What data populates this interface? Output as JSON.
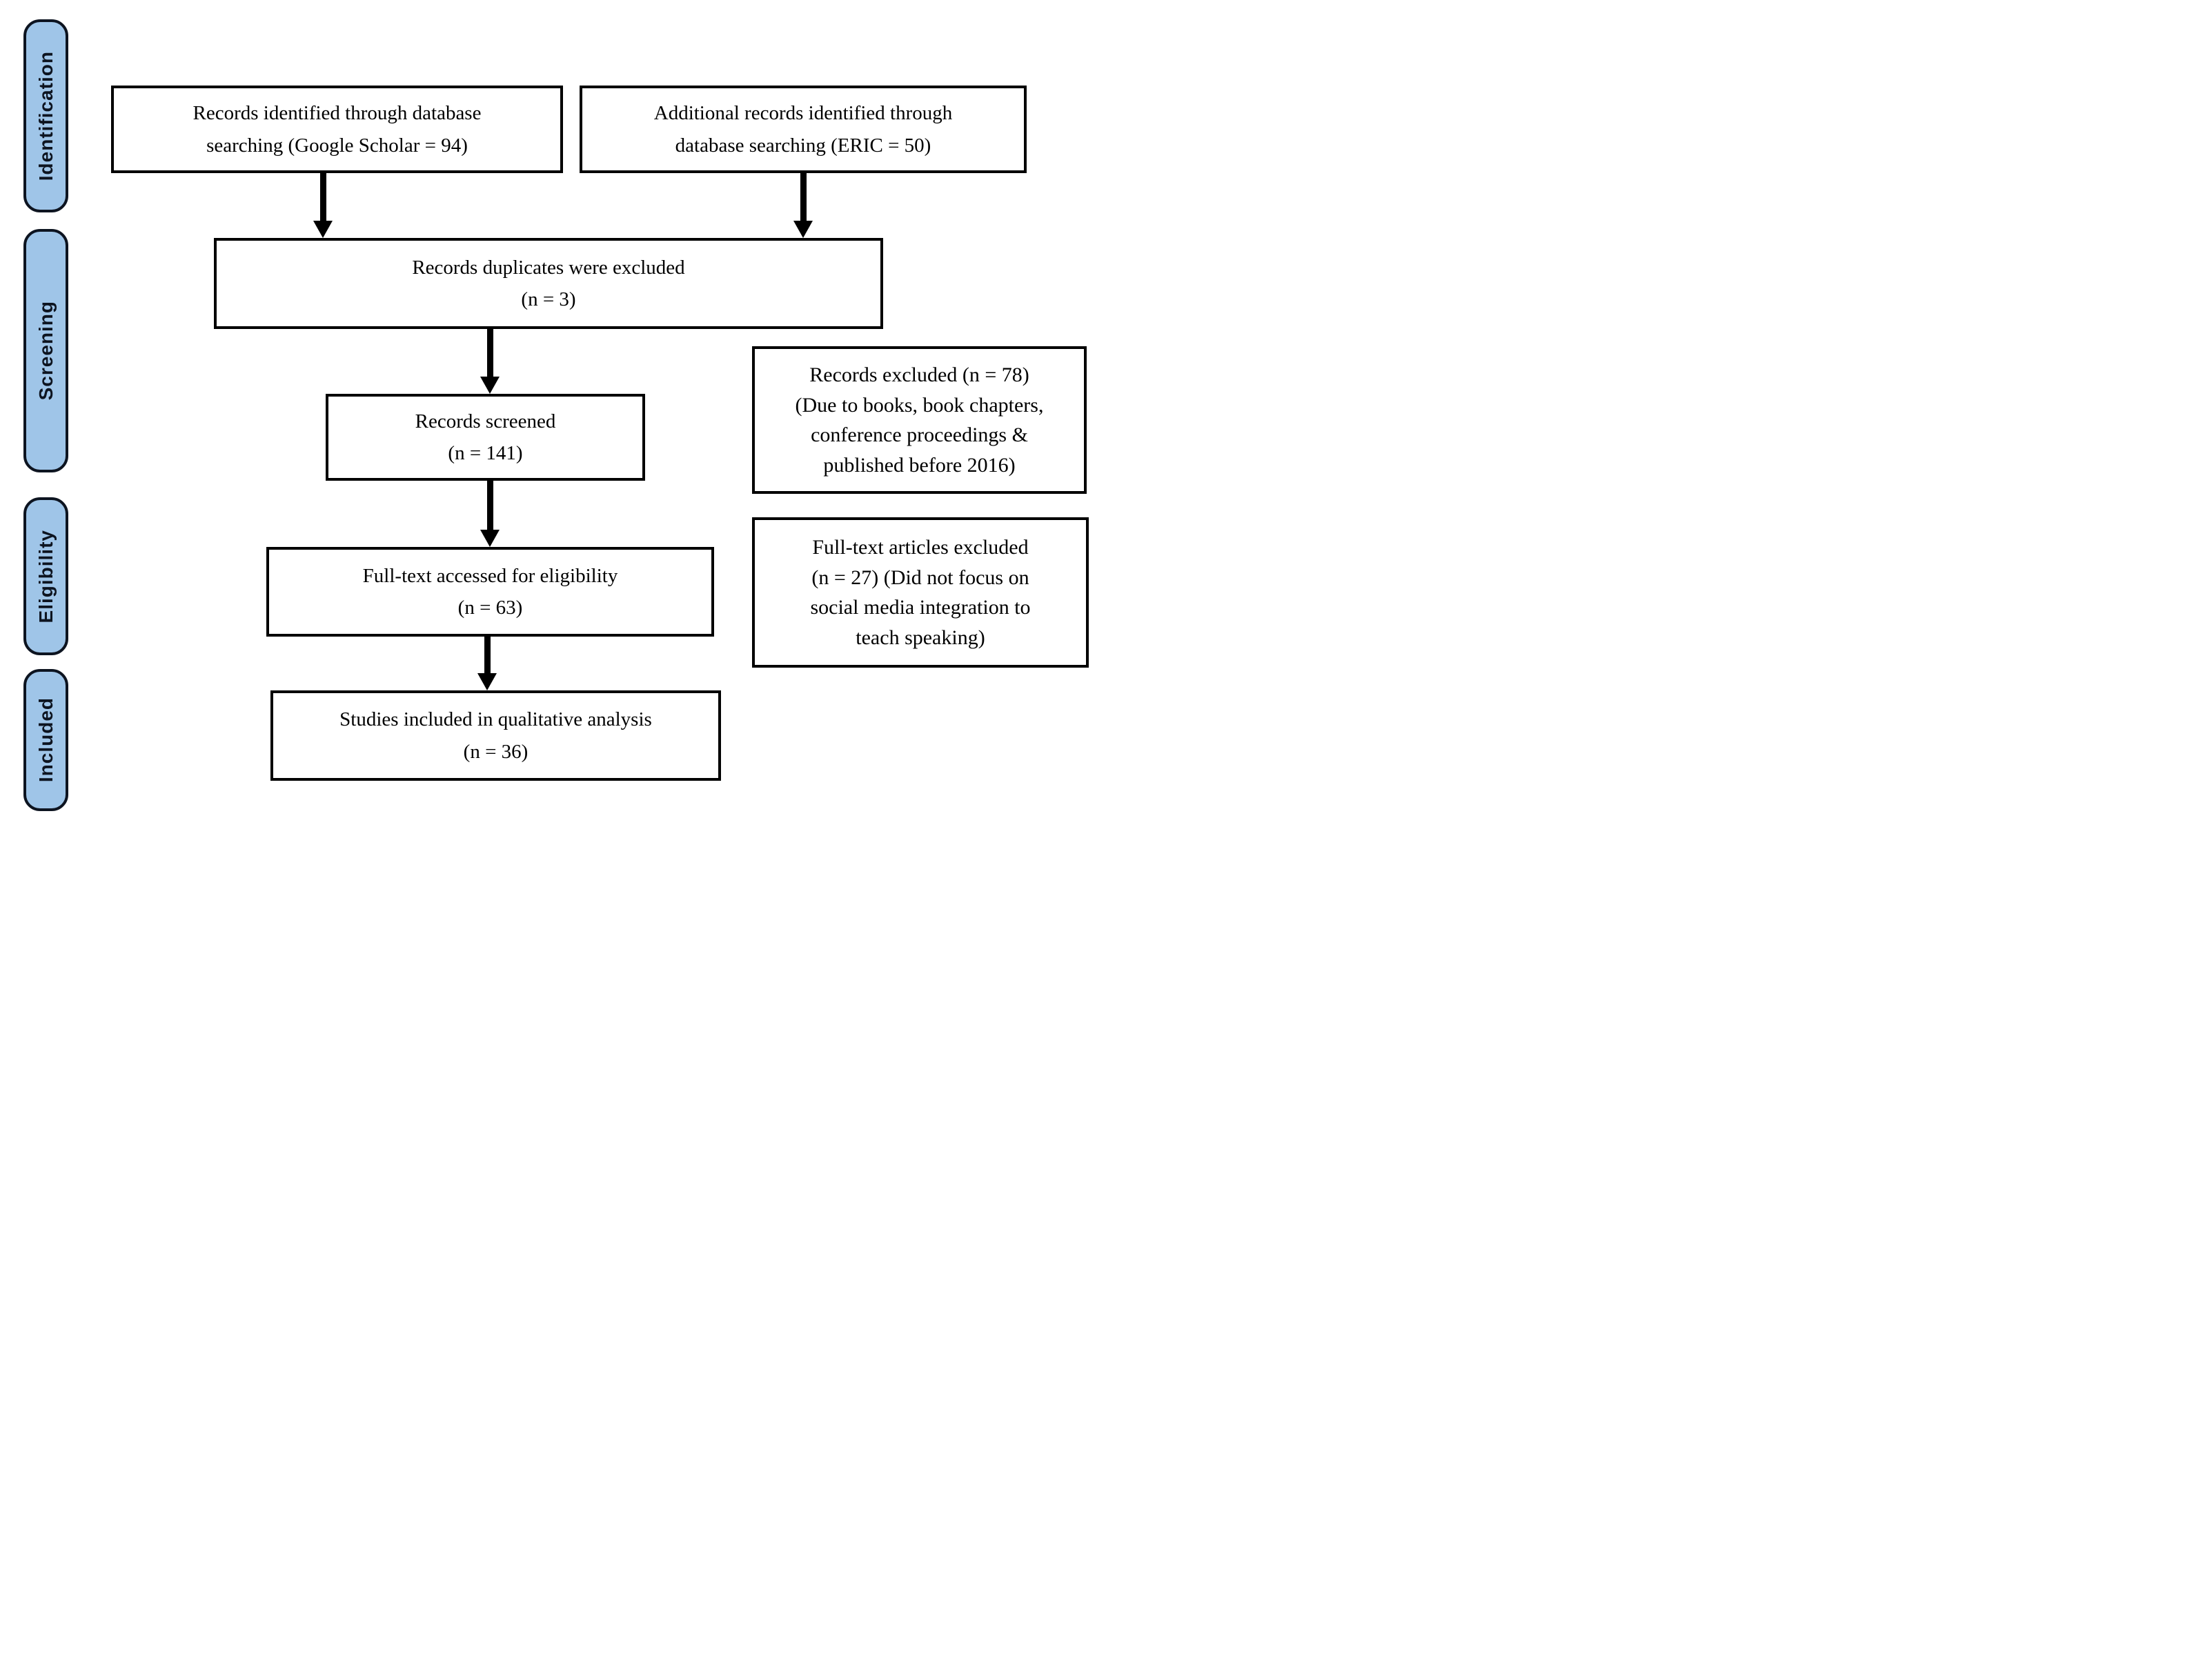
{
  "colors": {
    "background": "#ffffff",
    "stage_fill": "#9fc5e8",
    "stage_border": "#0d1420",
    "stage_text": "#0d1420",
    "box_border": "#000000",
    "box_text": "#000000",
    "arrow": "#000000"
  },
  "stages": [
    {
      "label": "Identification"
    },
    {
      "label": "Screening"
    },
    {
      "label": "Eligibility"
    },
    {
      "label": "Included"
    }
  ],
  "boxes": {
    "identified_db": {
      "lines": [
        "Records identified through database",
        "searching (Google Scholar = 94)"
      ]
    },
    "identified_additional": {
      "lines": [
        "Additional records identified through",
        "database searching (ERIC = 50)"
      ]
    },
    "duplicates_excluded": {
      "lines": [
        "Records duplicates were excluded",
        "(n = 3)"
      ]
    },
    "records_screened": {
      "lines": [
        "Records screened",
        "(n = 141)"
      ]
    },
    "fulltext_assessed": {
      "lines": [
        "Full-text accessed for eligibility",
        "(n = 63)"
      ]
    },
    "records_excluded": {
      "lines": [
        "Records excluded (n = 78)",
        "(Due to books, book chapters,",
        "conference proceedings &",
        "published before 2016)"
      ]
    },
    "fulltext_excluded": {
      "lines": [
        "Full-text articles excluded",
        "(n = 27) (Did not focus on",
        "social media integration to",
        "teach speaking)"
      ]
    },
    "studies_included": {
      "lines": [
        "Studies included in qualitative analysis",
        "(n = 36)"
      ]
    }
  }
}
